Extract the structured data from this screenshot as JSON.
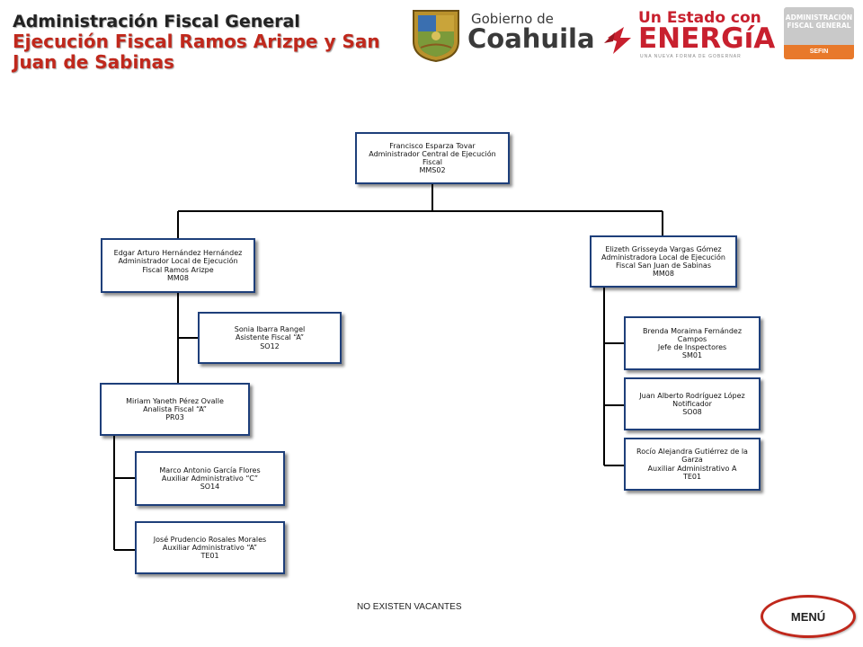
{
  "header": {
    "title_line1": "Administración Fiscal General",
    "title_line2": "Ejecución Fiscal Ramos Arizpe y San Juan de Sabinas"
  },
  "logos": {
    "coahuila_small": "Gobierno de",
    "coahuila_big": "Coahuila",
    "energia_top": "Un Estado con",
    "energia_big": "ENERGíA",
    "energia_tagline": "UNA NUEVA FORMA DE GOBERNAR",
    "afg_text": "ADMINISTRACIÓN FISCAL GENERAL",
    "afg_sub": "SEFIN"
  },
  "org": {
    "root": {
      "name": "Francisco Esparza Tovar",
      "title": "Administrador Central de Ejecución Fiscal",
      "code": "MMS02"
    },
    "left_head": {
      "name": "Edgar Arturo Hernández Hernández",
      "title": "Administrador Local de Ejecución Fiscal Ramos Arizpe",
      "code": "MM08"
    },
    "left_assistant": {
      "name": "Sonia Ibarra Rangel",
      "title": "Asistente Fiscal “A”",
      "code": "SO12"
    },
    "left_analyst": {
      "name": "Miriam Yaneth Pérez Ovalle",
      "title": "Analista Fiscal “A”",
      "code": "PR03"
    },
    "left_aux1": {
      "name": "Marco Antonio García Flores",
      "title": "Auxiliar Administrativo “C”",
      "code": "SO14"
    },
    "left_aux2": {
      "name": "José Prudencio Rosales Morales",
      "title": "Auxiliar Administrativo “A”",
      "code": "TE01"
    },
    "right_head": {
      "name": "Elizeth Grisseyda Vargas Gómez",
      "title": "Administradora Local de Ejecución Fiscal San Juan de Sabinas",
      "code": "MM08"
    },
    "right_r1": {
      "name": "Brenda Moraima Fernández Campos",
      "title": "Jefe de Inspectores",
      "code": "SM01"
    },
    "right_r2": {
      "name": "Juan Alberto Rodríguez López",
      "title": "Notificador",
      "code": "SO08"
    },
    "right_r3": {
      "name": "Rocío Alejandra Gutiérrez de la Garza",
      "title": "Auxiliar Administrativo A",
      "code": "TE01"
    }
  },
  "footer": {
    "note": "NO EXISTEN VACANTES",
    "menu_label": "MENÚ"
  },
  "colors": {
    "box_border": "#1e3f7a",
    "title_red": "#c0281c",
    "connector": "#000000"
  }
}
